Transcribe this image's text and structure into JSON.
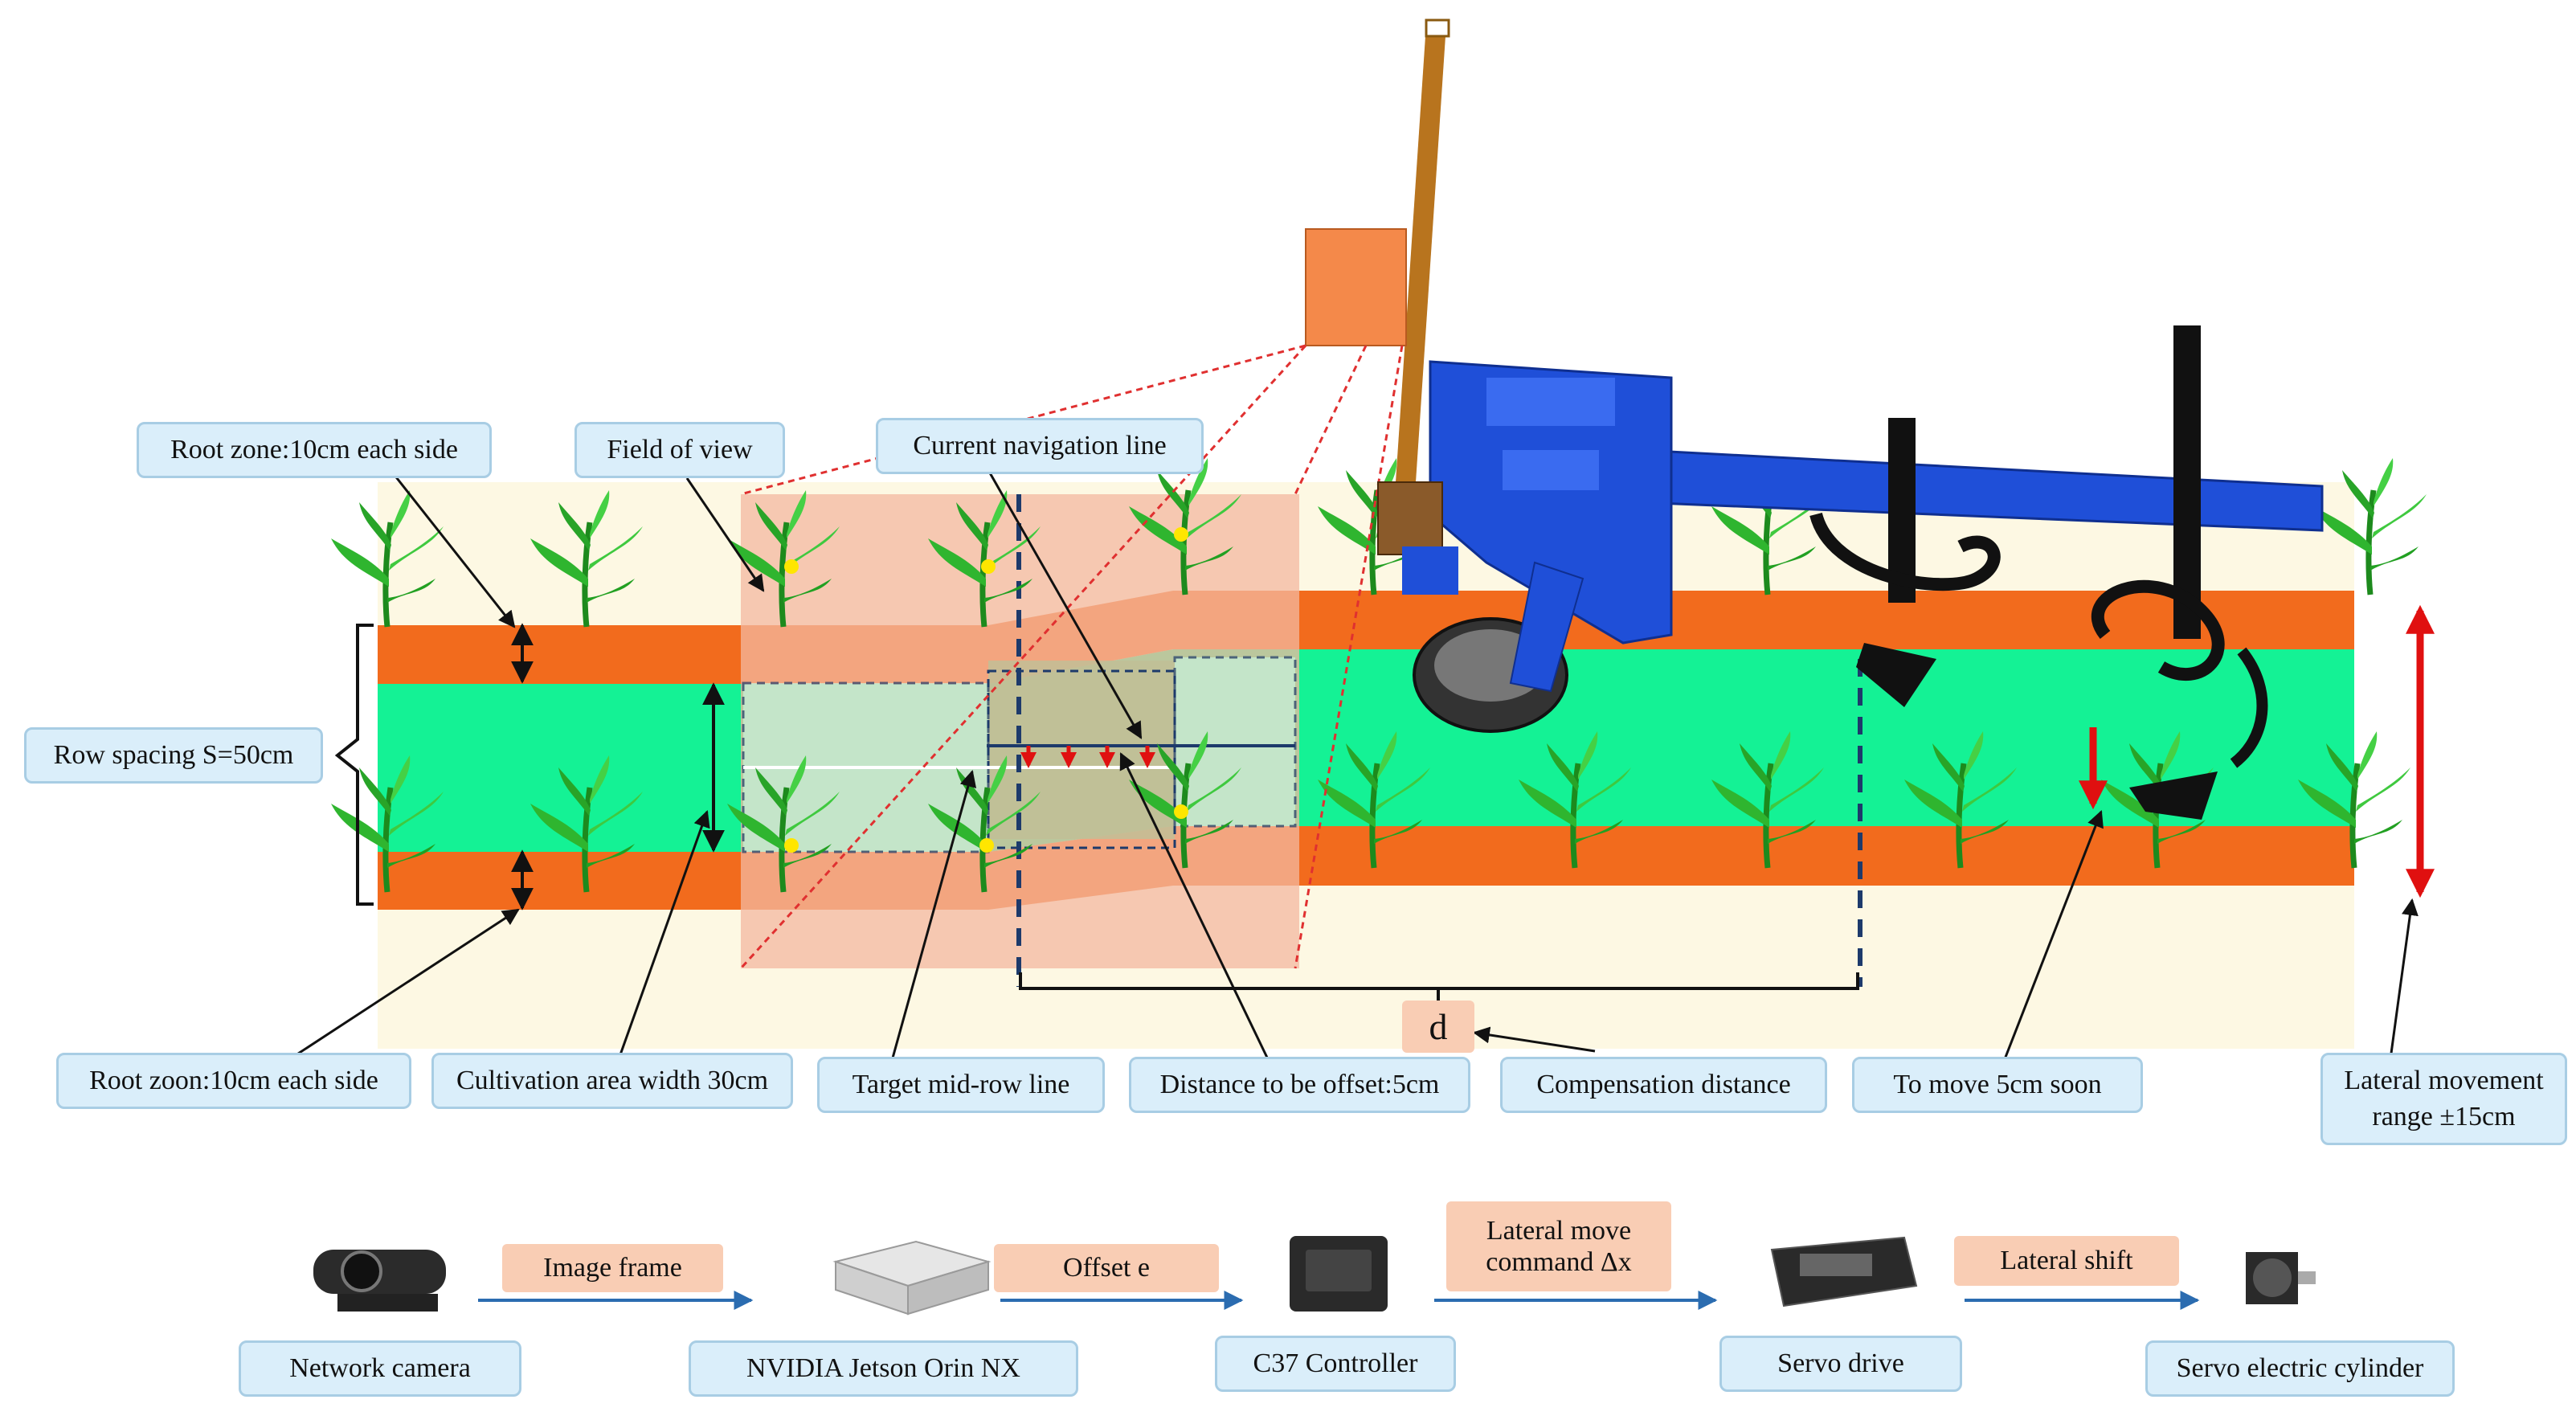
{
  "labels": {
    "root_zone_top": "Root zone:10cm each side",
    "field_of_view": "Field of view",
    "current_nav_line": "Current navigation line",
    "row_spacing": "Row spacing S=50cm",
    "root_zoon_bottom": "Root zoon:10cm each side",
    "cultivation_width": "Cultivation area width 30cm",
    "target_mid_row": "Target mid-row line",
    "distance_offset": "Distance to be offset:5cm",
    "compensation_distance": "Compensation distance",
    "to_move": "To move 5cm soon",
    "lateral_range": "Lateral movement\nrange ±15cm",
    "d_symbol": "d"
  },
  "pipeline": {
    "nodes": [
      {
        "label": "Network camera",
        "icon": "webcam-icon"
      },
      {
        "label": "NVIDIA Jetson Orin NX",
        "icon": "mini-pc-icon"
      },
      {
        "label": "C37 Controller",
        "icon": "controller-icon"
      },
      {
        "label": "Servo drive",
        "icon": "servo-drive-icon"
      },
      {
        "label": "Servo electric cylinder",
        "icon": "servo-motor-icon"
      }
    ],
    "signals": [
      {
        "label": "Image frame"
      },
      {
        "label": "Offset e"
      },
      {
        "label": "Lateral move\ncommand Δx"
      },
      {
        "label": "Lateral shift"
      }
    ]
  },
  "colors": {
    "field_background": "#fdf8e3",
    "root_zone": "#f26b1d",
    "cultivation_area": "#14f295",
    "field_of_view_overlay": "#f3b8a0",
    "label_fill": "#daeefa",
    "label_border": "#a8cde4",
    "signal_fill": "#f9cdb4",
    "machine_frame": "#1f4fd8",
    "offset_arrow": "#e01010",
    "dashed_line": "#1d3a6b"
  }
}
